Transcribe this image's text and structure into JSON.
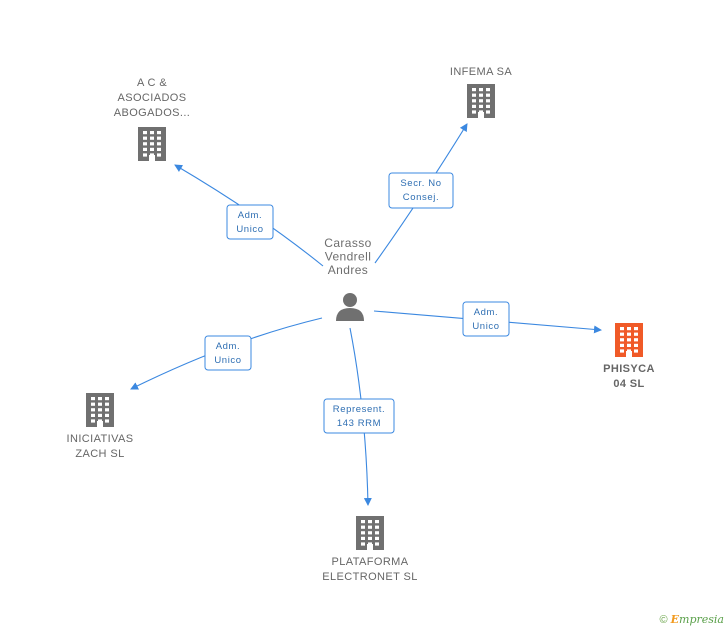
{
  "colors": {
    "edge": "#3b88e0",
    "company_icon": "#707070",
    "highlight_icon": "#f05a28",
    "person_icon": "#707070"
  },
  "center": {
    "icon": "person-icon",
    "label_lines": [
      "Carasso",
      "Vendrell",
      "Andres"
    ]
  },
  "nodes": [
    {
      "id": "ac-asociados",
      "icon": "building-icon",
      "label_lines": [
        "A C &",
        "ASOCIADOS",
        "ABOGADOS..."
      ],
      "highlight": false
    },
    {
      "id": "infema",
      "icon": "building-icon",
      "label_lines": [
        "INFEMA SA"
      ],
      "highlight": false
    },
    {
      "id": "phisyca",
      "icon": "building-icon",
      "label_lines": [
        "PHISYCA",
        "04 SL"
      ],
      "highlight": true
    },
    {
      "id": "iniciativas",
      "icon": "building-icon",
      "label_lines": [
        "INICIATIVAS",
        "ZACH SL"
      ],
      "highlight": false
    },
    {
      "id": "plataforma",
      "icon": "building-icon",
      "label_lines": [
        "PLATAFORMA",
        "ELECTRONET SL"
      ],
      "highlight": false
    }
  ],
  "edges": [
    {
      "to": "ac-asociados",
      "label_lines": [
        "Adm.",
        "Unico"
      ]
    },
    {
      "to": "infema",
      "label_lines": [
        "Secr.  No",
        "Consej."
      ]
    },
    {
      "to": "phisyca",
      "label_lines": [
        "Adm.",
        "Unico"
      ]
    },
    {
      "to": "iniciativas",
      "label_lines": [
        "Adm.",
        "Unico"
      ]
    },
    {
      "to": "plataforma",
      "label_lines": [
        "Represent.",
        "143 RRM"
      ]
    }
  ],
  "watermark": {
    "copyright": "©",
    "brand_initial": "E",
    "brand_rest": "mpresia"
  }
}
